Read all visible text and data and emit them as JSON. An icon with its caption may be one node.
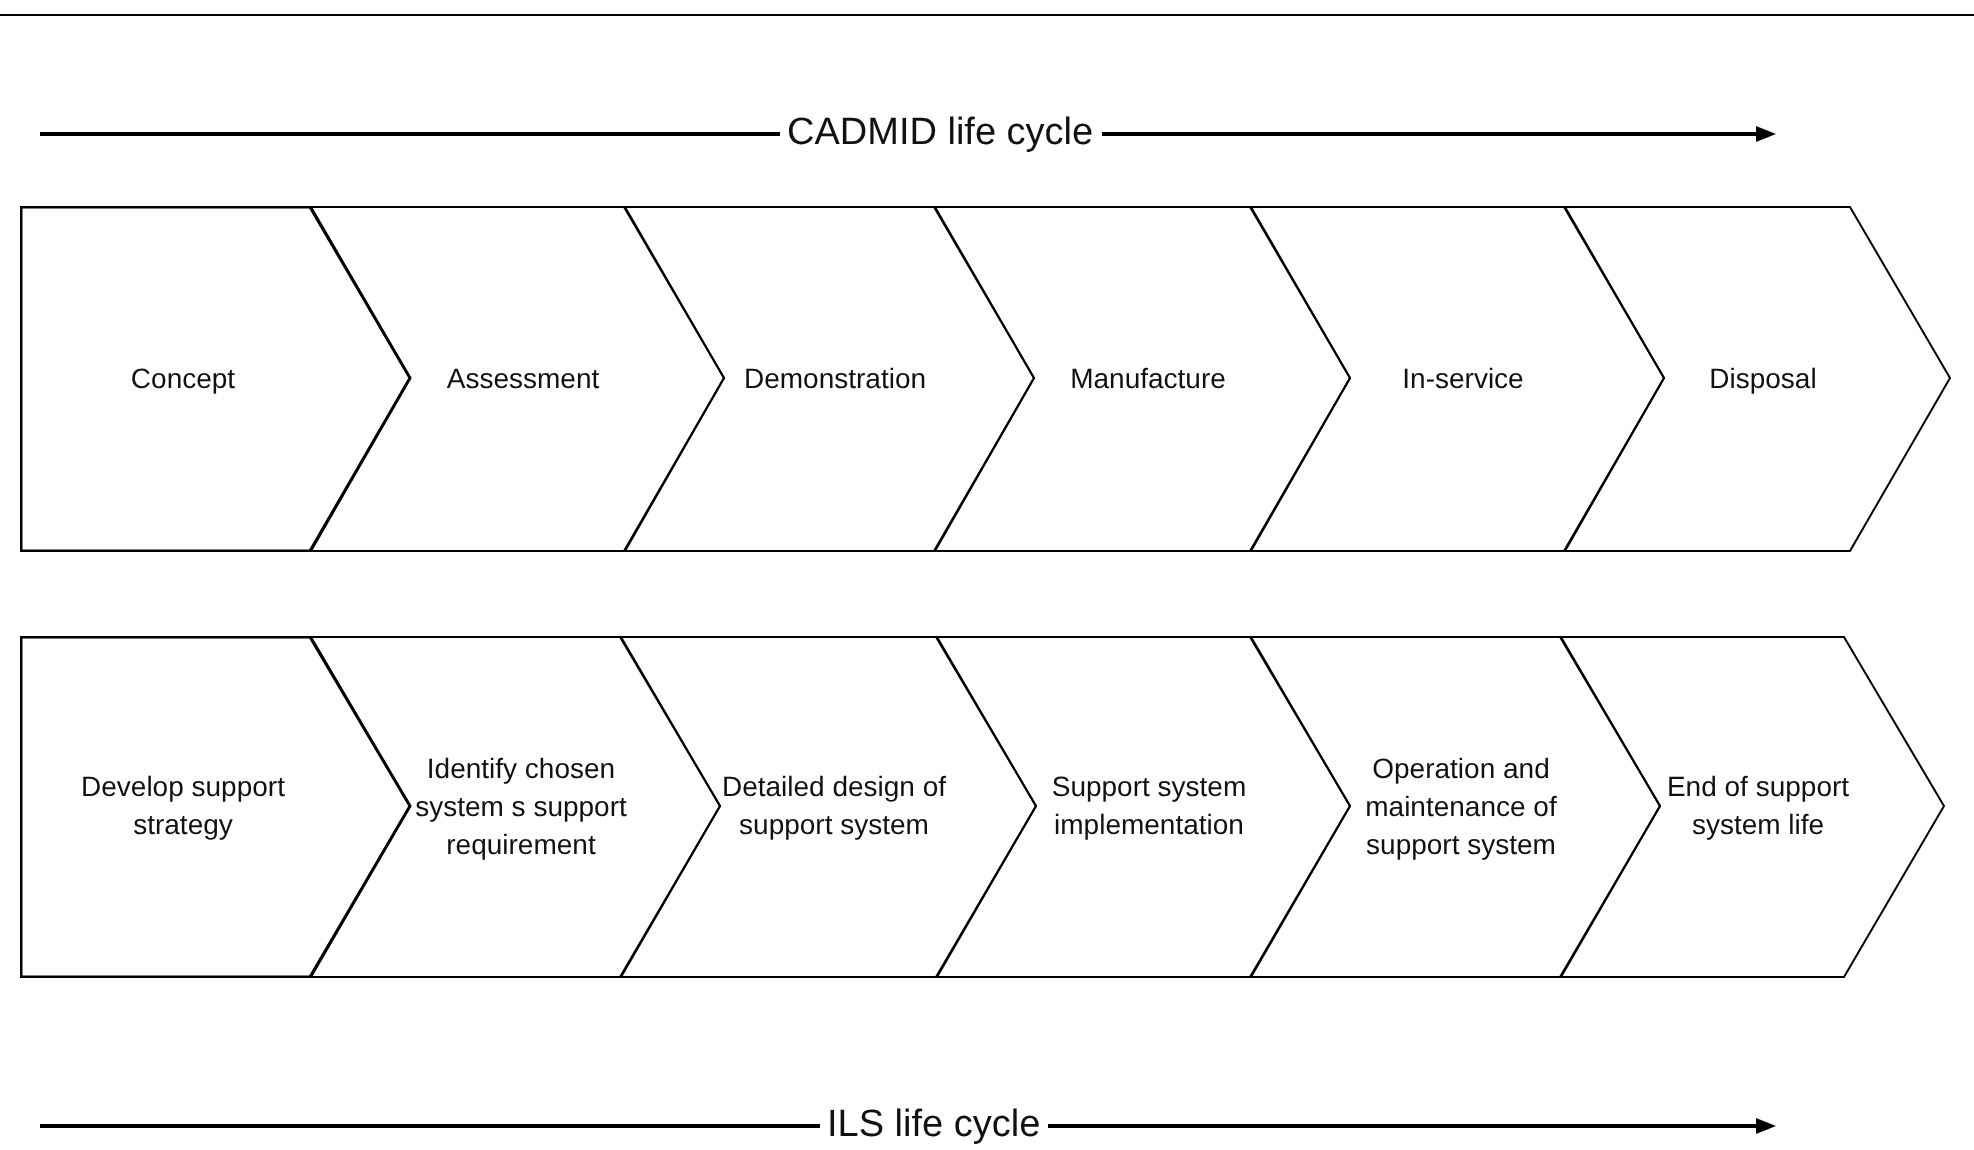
{
  "diagram": {
    "nodes": [
      {
        "text": [
          "Concept"
        ]
      },
      {
        "text": [
          "Assessment"
        ]
      },
      {
        "text": [
          "Demonstration"
        ]
      },
      {
        "text": [
          "Manufacture"
        ]
      },
      {
        "text": [
          "In-service"
        ]
      },
      {
        "text": [
          "Disposal"
        ]
      },
      {
        "text": [
          "Develop support strategy"
        ]
      },
      {
        "text": [
          "Identify chosen system s support requirement"
        ]
      },
      {
        "text": [
          "Detailed design of support system"
        ]
      },
      {
        "text": [
          "Support system implementation"
        ]
      },
      {
        "text": [
          "Operation and maintenance of support system"
        ]
      },
      {
        "text": [
          "End of support system life"
        ]
      }
    ],
    "edges": [],
    "labels": [
      "CADMID life cycle",
      "ILS life cycle"
    ]
  }
}
